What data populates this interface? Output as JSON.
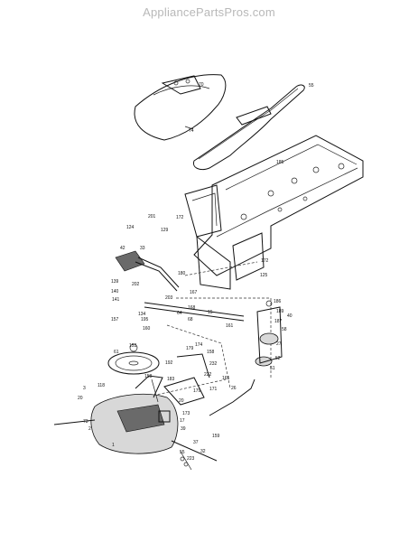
{
  "watermark": "AppliancePartsPros.com",
  "callouts": [
    {
      "id": "c70",
      "label": "70"
    },
    {
      "id": "c55",
      "label": "55"
    },
    {
      "id": "c74",
      "label": "74"
    },
    {
      "id": "c185",
      "label": "185"
    },
    {
      "id": "c124",
      "label": "124"
    },
    {
      "id": "c201",
      "label": "201"
    },
    {
      "id": "c172a",
      "label": "172"
    },
    {
      "id": "c129",
      "label": "129"
    },
    {
      "id": "c42",
      "label": "42"
    },
    {
      "id": "c33",
      "label": "33"
    },
    {
      "id": "c172b",
      "label": "172"
    },
    {
      "id": "c125",
      "label": "125"
    },
    {
      "id": "c139",
      "label": "139"
    },
    {
      "id": "c202",
      "label": "202"
    },
    {
      "id": "c140",
      "label": "140"
    },
    {
      "id": "c141",
      "label": "141"
    },
    {
      "id": "c180",
      "label": "180"
    },
    {
      "id": "c203",
      "label": "203"
    },
    {
      "id": "c167",
      "label": "167"
    },
    {
      "id": "c134",
      "label": "134"
    },
    {
      "id": "c157",
      "label": "157"
    },
    {
      "id": "c195",
      "label": "195"
    },
    {
      "id": "c160",
      "label": "160"
    },
    {
      "id": "c168",
      "label": "168"
    },
    {
      "id": "c64",
      "label": "64"
    },
    {
      "id": "c68",
      "label": "68"
    },
    {
      "id": "c15",
      "label": "15"
    },
    {
      "id": "c161",
      "label": "161"
    },
    {
      "id": "c186",
      "label": "186"
    },
    {
      "id": "c189",
      "label": "189"
    },
    {
      "id": "c40",
      "label": "40"
    },
    {
      "id": "c187",
      "label": "187"
    },
    {
      "id": "c58",
      "label": "58"
    },
    {
      "id": "c27",
      "label": "27"
    },
    {
      "id": "c153",
      "label": "153"
    },
    {
      "id": "c61",
      "label": "61"
    },
    {
      "id": "c179",
      "label": "179"
    },
    {
      "id": "c174",
      "label": "174"
    },
    {
      "id": "c158",
      "label": "158"
    },
    {
      "id": "c52",
      "label": "52"
    },
    {
      "id": "c51",
      "label": "51"
    },
    {
      "id": "c192",
      "label": "192"
    },
    {
      "id": "c183",
      "label": "183"
    },
    {
      "id": "c222",
      "label": "222"
    },
    {
      "id": "c232",
      "label": "232"
    },
    {
      "id": "c179b",
      "label": "179"
    },
    {
      "id": "c171",
      "label": "171"
    },
    {
      "id": "c158b",
      "label": "158"
    },
    {
      "id": "c118",
      "label": "118"
    },
    {
      "id": "c3",
      "label": "3"
    },
    {
      "id": "c20",
      "label": "20"
    },
    {
      "id": "c165",
      "label": "165"
    },
    {
      "id": "c20b",
      "label": "20"
    },
    {
      "id": "c173",
      "label": "173"
    },
    {
      "id": "c17",
      "label": "17"
    },
    {
      "id": "c73",
      "label": "73"
    },
    {
      "id": "c2",
      "label": "2"
    },
    {
      "id": "c39",
      "label": "39"
    },
    {
      "id": "c26",
      "label": "26"
    },
    {
      "id": "c159",
      "label": "159"
    },
    {
      "id": "c37",
      "label": "37"
    },
    {
      "id": "c1",
      "label": "1"
    },
    {
      "id": "c55b",
      "label": "55"
    },
    {
      "id": "c223",
      "label": "223"
    },
    {
      "id": "c32",
      "label": "32"
    }
  ]
}
